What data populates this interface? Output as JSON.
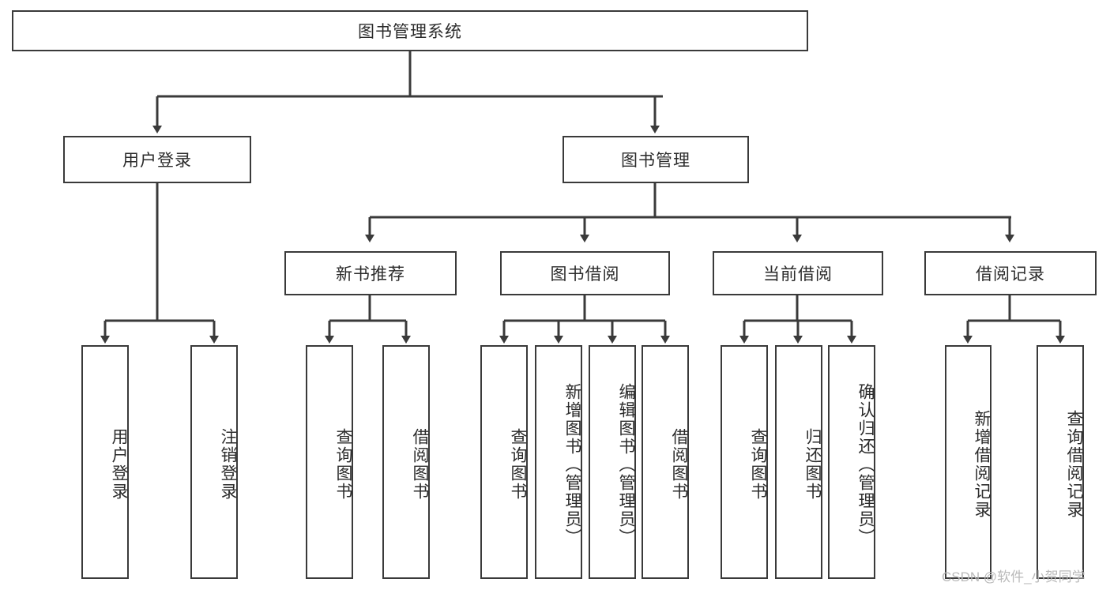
{
  "diagram": {
    "type": "tree",
    "title": "图书管理系统",
    "root": {
      "label": "图书管理系统"
    },
    "level1": [
      {
        "label": "用户登录"
      },
      {
        "label": "图书管理"
      }
    ],
    "level2": [
      {
        "label": "新书推荐"
      },
      {
        "label": "图书借阅"
      },
      {
        "label": "当前借阅"
      },
      {
        "label": "借阅记录"
      }
    ],
    "leaves": {
      "user_login": [
        {
          "label": "用户登录"
        },
        {
          "label": "注销登录"
        }
      ],
      "new_book_recommend": [
        {
          "label": "查询图书"
        },
        {
          "label": "借阅图书"
        }
      ],
      "book_borrow": [
        {
          "label": "查询图书"
        },
        {
          "label": "新增图书（管理员）"
        },
        {
          "label": "编辑图书（管理员）"
        },
        {
          "label": "借阅图书"
        }
      ],
      "current_borrow": [
        {
          "label": "查询图书"
        },
        {
          "label": "归还图书"
        },
        {
          "label": "确认归还（管理员）"
        }
      ],
      "borrow_record": [
        {
          "label": "新增借阅记录"
        },
        {
          "label": "查询借阅记录"
        }
      ]
    }
  },
  "watermark": {
    "text": "CSDN @软件_小贺同学"
  },
  "colors": {
    "stroke": "#3a3a3a",
    "text": "#2b2b2b",
    "background": "#ffffff",
    "watermark": "#b9b9b9"
  }
}
